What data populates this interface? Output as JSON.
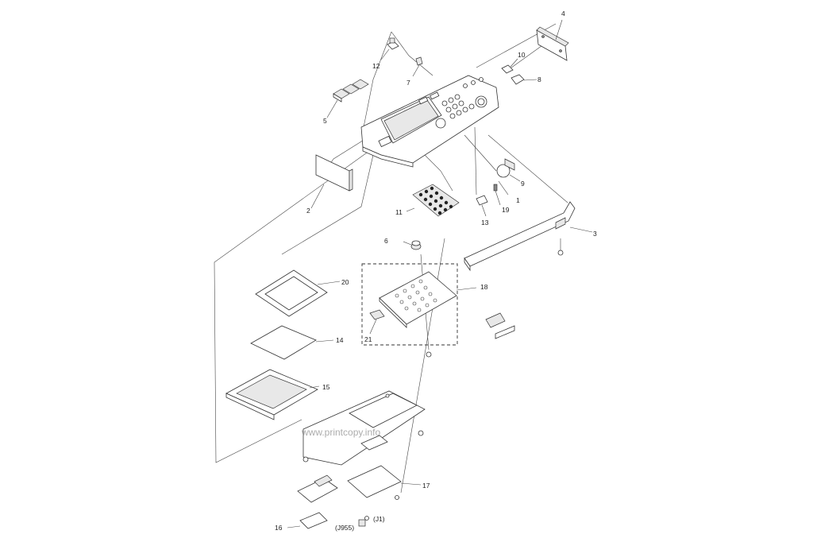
{
  "diagram": {
    "watermark": "www.printcopy.info",
    "callouts": {
      "c1": "1",
      "c2": "2",
      "c3": "3",
      "c4": "4",
      "c5": "5",
      "c6": "6",
      "c7": "7",
      "c8": "8",
      "c9": "9",
      "c10": "10",
      "c11": "11",
      "c12": "12",
      "c13": "13",
      "c14": "14",
      "c15": "15",
      "c16": "16",
      "c17": "17",
      "c18": "18",
      "c19": "19",
      "c20": "20",
      "c21": "21",
      "j955": "(J955)",
      "j1": "(J1)"
    }
  }
}
